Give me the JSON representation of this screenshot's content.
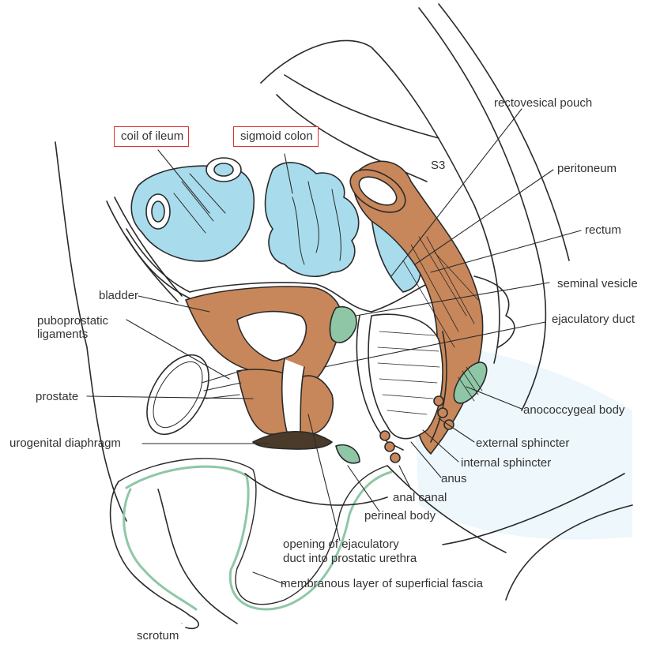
{
  "colors": {
    "tissue": "#c8875a",
    "bowel": "#a8dcec",
    "fascia": "#8fc7a6",
    "muscle_dark": "#4a3a2a",
    "highlight_box": "#e03030",
    "line": "#2a2a2a"
  },
  "labels": {
    "coil_of_ileum": "coil of  ileum",
    "sigmoid_colon": "sigmoid colon",
    "rectovesical_pouch": "rectovesical pouch",
    "s3": "S3",
    "peritoneum": "peritoneum",
    "rectum": "rectum",
    "seminal_vesicle": "seminal vesicle",
    "ejaculatory_duct": "ejaculatory duct",
    "bladder": "bladder",
    "puboprostatic_1": "puboprostatic",
    "puboprostatic_2": "ligaments",
    "prostate": "prostate",
    "anococcygeal_body": "anococcygeal body",
    "urogenital_diaphragm": "urogenital diaphragm",
    "external_sphincter": "external sphincter",
    "internal_sphincter": "internal sphincter",
    "anus": "anus",
    "anal_canal": "anal canal",
    "perineal_body": "perineal body",
    "opening_1": "opening of ejaculatory",
    "opening_2": "duct into prostatic urethra",
    "membranous_layer": "membranous layer of superficial fascia",
    "scrotum": "scrotum"
  }
}
